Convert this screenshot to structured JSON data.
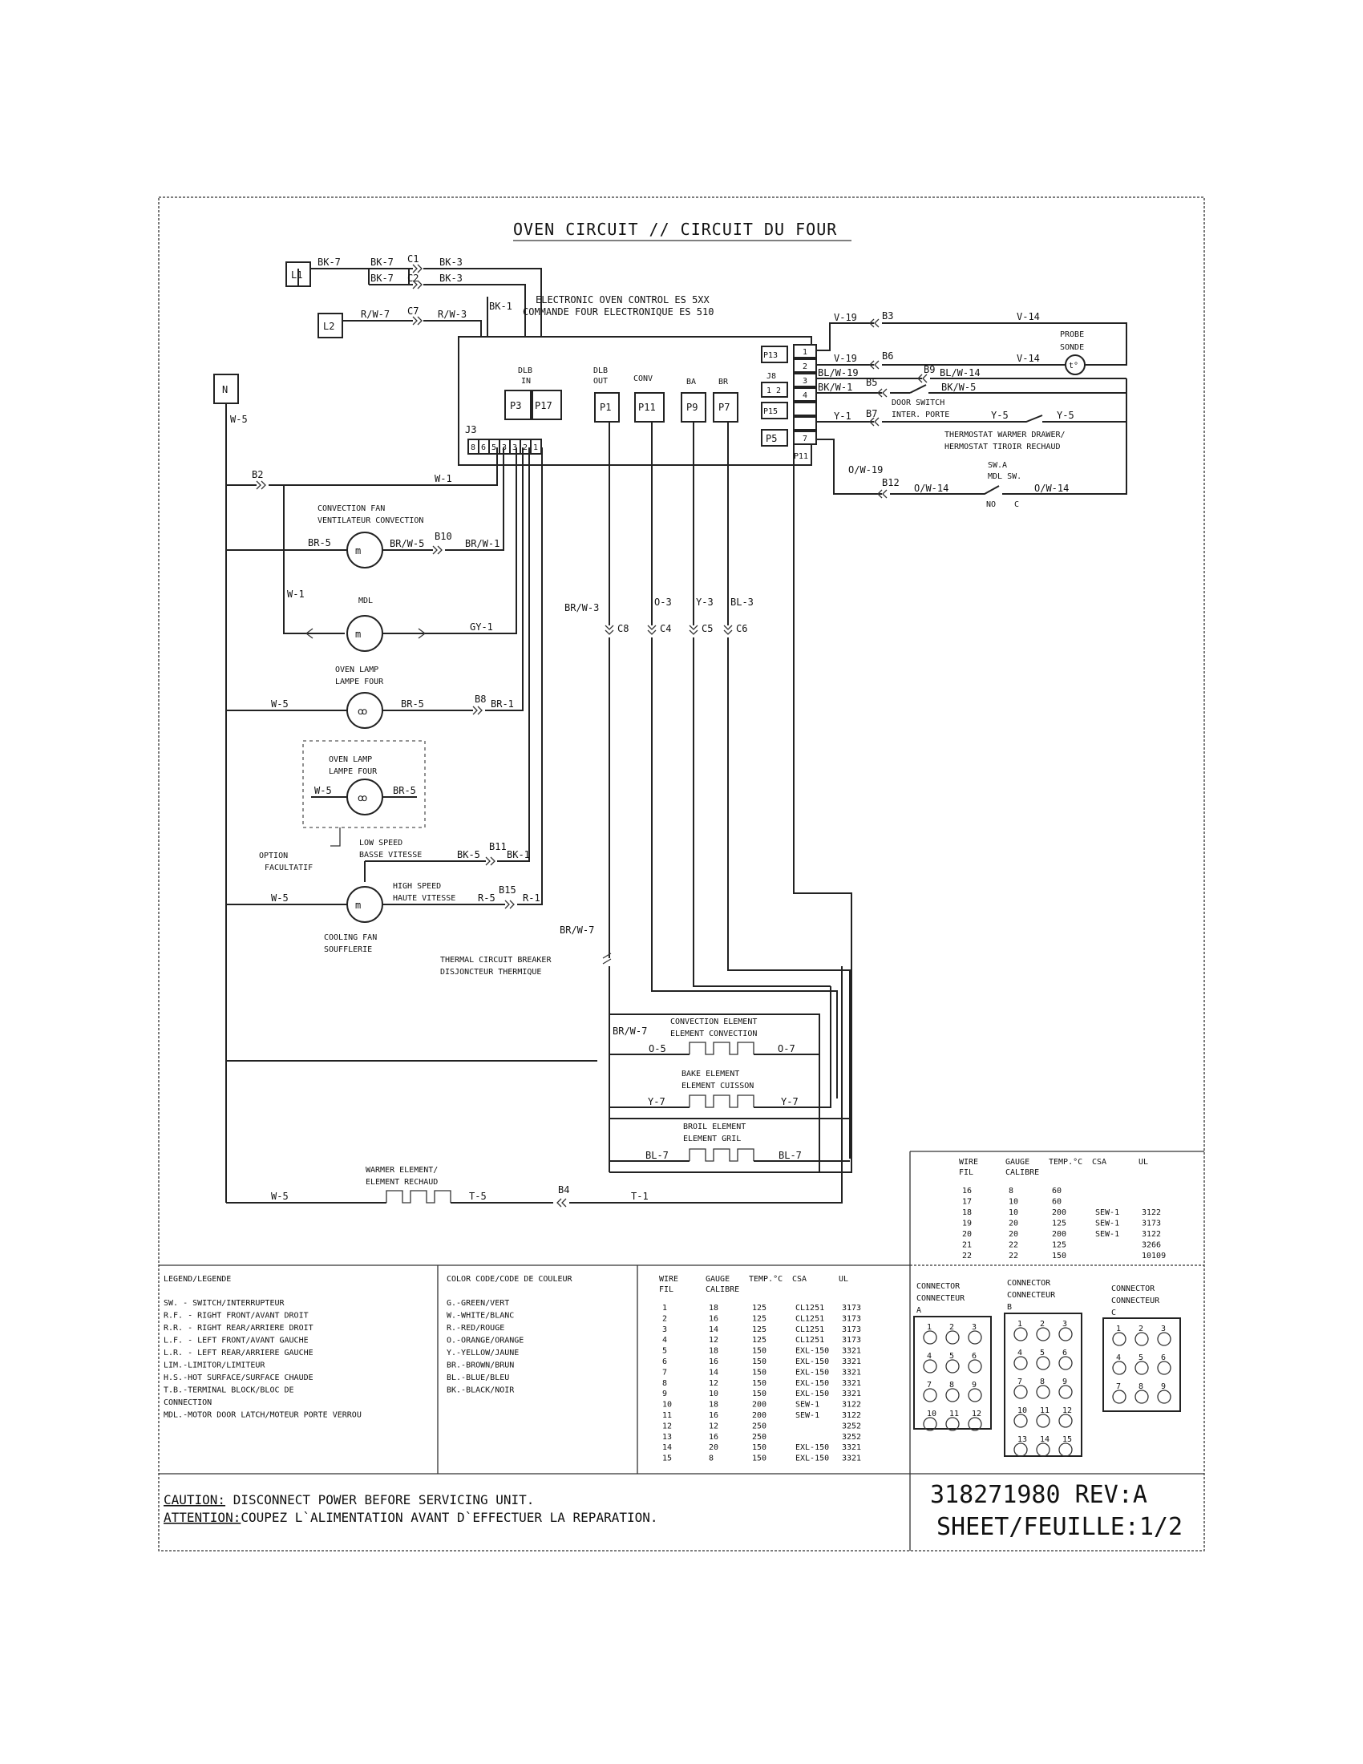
{
  "title": "OVEN CIRCUIT // CIRCUIT DU FOUR",
  "control_line1": "ELECTRONIC OVEN CONTROL ES 5XX",
  "control_line2": "COMMANDE FOUR ELECTRONIQUE ES 510",
  "terminals": {
    "l1": "L1",
    "l2": "L2",
    "n": "N"
  },
  "wires": {
    "bk7a": "BK-7",
    "bk7b": "BK-7",
    "bk7c": "BK-7",
    "bk3a": "BK-3",
    "bk3b": "BK-3",
    "rw7": "R/W-7",
    "rw3": "R/W-3",
    "bk1": "BK-1",
    "w5": "W-5",
    "w1a": "W-1",
    "w1b": "W-1",
    "br5a": "BR-5",
    "brw5": "BR/W-5",
    "brw1": "BR/W-1",
    "gy1": "GY-1",
    "w5b": "W-5",
    "br5b": "BR-5",
    "br1": "BR-1",
    "w5c": "W-5",
    "br5c": "BR-5",
    "bk5": "BK-5",
    "bk1b": "BK-1",
    "w5d": "W-5",
    "r5": "R-5",
    "r1": "R-1",
    "brw7a": "BR/W-7",
    "brw3": "BR/W-3",
    "o3": "O-3",
    "y3": "Y-3",
    "bl3": "BL-3",
    "brw7b": "BR/W-7",
    "o5": "O-5",
    "o7": "O-7",
    "y7a": "Y-7",
    "y7b": "Y-7",
    "bl7a": "BL-7",
    "bl7b": "BL-7",
    "w5e": "W-5",
    "t5": "T-5",
    "t1": "T-1",
    "v19a": "V-19",
    "v14a": "V-14",
    "v19b": "V-19",
    "v14b": "V-14",
    "blw19": "BL/W-19",
    "blw14": "BL/W-14",
    "bkw1": "BK/W-1",
    "bkw5": "BK/W-5",
    "y1": "Y-1",
    "y5a": "Y-5",
    "y5b": "Y-5",
    "ow19": "O/W-19",
    "ow14a": "O/W-14",
    "ow14b": "O/W-14"
  },
  "connectors": {
    "c1": "C1",
    "c2": "C2",
    "c7": "C7",
    "b2": "B2",
    "b10": "B10",
    "b8": "B8",
    "b11": "B11",
    "b15": "B15",
    "b4": "B4",
    "b3": "B3",
    "b6": "B6",
    "b9": "B9",
    "b5": "B5",
    "b7": "B7",
    "b12": "B12",
    "c8": "C8",
    "c4": "C4",
    "c5": "C5",
    "c6": "C6"
  },
  "plugs": {
    "dlb_in": "DLB",
    "dlb_in2": "IN",
    "dlb_out": "DLB",
    "dlb_out2": "OUT",
    "conv": "CONV",
    "ba": "BA",
    "br": "BR",
    "p3": "P3",
    "p17": "P17",
    "p1": "P1",
    "p11a": "P11",
    "p9": "P9",
    "p7": "P7",
    "j3": "J3",
    "j3_pins": [
      "8",
      "6",
      "5",
      "3",
      "3",
      "2",
      "1"
    ],
    "p13": "P13",
    "j8": "J8",
    "j8_pins": "1 2",
    "p15": "P15",
    "p5": "P5",
    "p11b": "P11",
    "rpins": [
      "1",
      "2",
      "3",
      "4",
      "",
      "",
      "7"
    ]
  },
  "components": {
    "conv_fan1": "CONVECTION FAN",
    "conv_fan2": "VENTILATEUR CONVECTION",
    "mdl": "MDL",
    "lamp1a": "OVEN LAMP",
    "lamp1b": "LAMPE FOUR",
    "lamp2a": "OVEN LAMP",
    "lamp2b": "LAMPE FOUR",
    "option1": "OPTION",
    "option2": "FACULTATIF",
    "low1": "LOW SPEED",
    "low2": "BASSE VITESSE",
    "high1": "HIGH SPEED",
    "high2": "HAUTE VITESSE",
    "cool1": "COOLING FAN",
    "cool2": "SOUFFLERIE",
    "tcb1": "THERMAL CIRCUIT BREAKER",
    "tcb2": "DISJONCTEUR THERMIQUE",
    "convel1": "CONVECTION ELEMENT",
    "convel2": "ELEMENT CONVECTION",
    "bake1": "BAKE ELEMENT",
    "bake2": "ELEMENT CUISSON",
    "broil1": "BROIL ELEMENT",
    "broil2": "ELEMENT GRIL",
    "warm1": "WARMER ELEMENT/",
    "warm2": "ELEMENT RECHAUD",
    "probe1": "PROBE",
    "probe2": "SONDE",
    "probe_sym": "t°",
    "door1": "DOOR SWITCH",
    "door2": "INTER. PORTE",
    "therm1": "THERMOSTAT WARMER DRAWER/",
    "therm2": "HERMOSTAT TIROIR RECHAUD",
    "swa": "SW.A",
    "mdlsw": "MDL  SW.",
    "no": "NO",
    "c": "C"
  },
  "wire_table_top": {
    "headers": [
      "WIRE",
      "GAUGE",
      "TEMP.°C",
      "CSA",
      "UL"
    ],
    "headers2": [
      "FIL",
      "CALIBRE",
      "",
      "",
      ""
    ],
    "rows": [
      [
        "16",
        "8",
        "60",
        "",
        ""
      ],
      [
        "17",
        "10",
        "60",
        "",
        ""
      ],
      [
        "18",
        "10",
        "200",
        "SEW-1",
        "3122"
      ],
      [
        "19",
        "20",
        "125",
        "SEW-1",
        "3173"
      ],
      [
        "20",
        "20",
        "200",
        "SEW-1",
        "3122"
      ],
      [
        "21",
        "22",
        "125",
        "",
        "3266"
      ],
      [
        "22",
        "22",
        "150",
        "",
        "10109"
      ]
    ]
  },
  "legend": {
    "title": "LEGEND/LEGENDE",
    "items": [
      "SW.   - SWITCH/INTERRUPTEUR",
      "R.F.  - RIGHT FRONT/AVANT DROIT",
      "R.R.  - RIGHT REAR/ARRIERE DROIT",
      "L.F.  - LEFT FRONT/AVANT GAUCHE",
      "L.R.  - LEFT REAR/ARRIERE GAUCHE",
      "LIM.-LIMITOR/LIMITEUR",
      "H.S.-HOT SURFACE/SURFACE CHAUDE",
      "T.B.-TERMINAL BLOCK/BLOC DE",
      "      CONNECTION",
      "MDL.-MOTOR DOOR LATCH/MOTEUR PORTE VERROU"
    ]
  },
  "color_code": {
    "title": "COLOR CODE/CODE DE COULEUR",
    "items": [
      "G.-GREEN/VERT",
      "W.-WHITE/BLANC",
      "R.-RED/ROUGE",
      "O.-ORANGE/ORANGE",
      "Y.-YELLOW/JAUNE",
      "BR.-BROWN/BRUN",
      "BL.-BLUE/BLEU",
      "BK.-BLACK/NOIR"
    ]
  },
  "wire_table_bottom": {
    "headers": [
      "WIRE",
      "GAUGE",
      "TEMP.°C",
      "CSA",
      "UL"
    ],
    "headers2": [
      "FIL",
      "CALIBRE",
      "",
      "",
      ""
    ],
    "rows": [
      [
        "1",
        "18",
        "125",
        "CL1251",
        "3173"
      ],
      [
        "2",
        "16",
        "125",
        "CL1251",
        "3173"
      ],
      [
        "3",
        "14",
        "125",
        "CL1251",
        "3173"
      ],
      [
        "4",
        "12",
        "125",
        "CL1251",
        "3173"
      ],
      [
        "5",
        "18",
        "150",
        "EXL-150",
        "3321"
      ],
      [
        "6",
        "16",
        "150",
        "EXL-150",
        "3321"
      ],
      [
        "7",
        "14",
        "150",
        "EXL-150",
        "3321"
      ],
      [
        "8",
        "12",
        "150",
        "EXL-150",
        "3321"
      ],
      [
        "9",
        "10",
        "150",
        "EXL-150",
        "3321"
      ],
      [
        "10",
        "18",
        "200",
        "SEW-1",
        "3122"
      ],
      [
        "11",
        "16",
        "200",
        "SEW-1",
        "3122"
      ],
      [
        "12",
        "12",
        "250",
        "",
        "3252"
      ],
      [
        "13",
        "16",
        "250",
        "",
        "3252"
      ],
      [
        "14",
        "20",
        "150",
        "EXL-150",
        "3321"
      ],
      [
        "15",
        "8",
        "150",
        "EXL-150",
        "3321"
      ]
    ]
  },
  "connector_a": {
    "title1": "CONNECTOR",
    "title2": "CONNECTEUR",
    "title3": "A",
    "rows": [
      [
        "1",
        "2",
        "3"
      ],
      [
        "4",
        "5",
        "6"
      ],
      [
        "7",
        "8",
        "9"
      ],
      [
        "10",
        "11",
        "12"
      ]
    ]
  },
  "connector_b": {
    "title1": "CONNECTOR",
    "title2": "CONNECTEUR",
    "title3": "B",
    "rows": [
      [
        "1",
        "2",
        "3"
      ],
      [
        "4",
        "5",
        "6"
      ],
      [
        "7",
        "8",
        "9"
      ],
      [
        "10",
        "11",
        "12"
      ],
      [
        "13",
        "14",
        "15"
      ]
    ]
  },
  "connector_c": {
    "title1": "CONNECTOR",
    "title2": "CONNECTEUR",
    "title3": "C",
    "rows": [
      [
        "1",
        "2",
        "3"
      ],
      [
        "4",
        "5",
        "6"
      ],
      [
        "7",
        "8",
        "9"
      ]
    ]
  },
  "caution1_label": "CAUTION:",
  "caution1_text": " DISCONNECT POWER BEFORE SERVICING UNIT.",
  "caution2_label": "ATTENTION:",
  "caution2_text": "COUPEZ L`ALIMENTATION AVANT D`EFFECTUER LA REPARATION.",
  "part_number": "318271980 REV:A",
  "sheet": "SHEET/FEUILLE:1/2"
}
